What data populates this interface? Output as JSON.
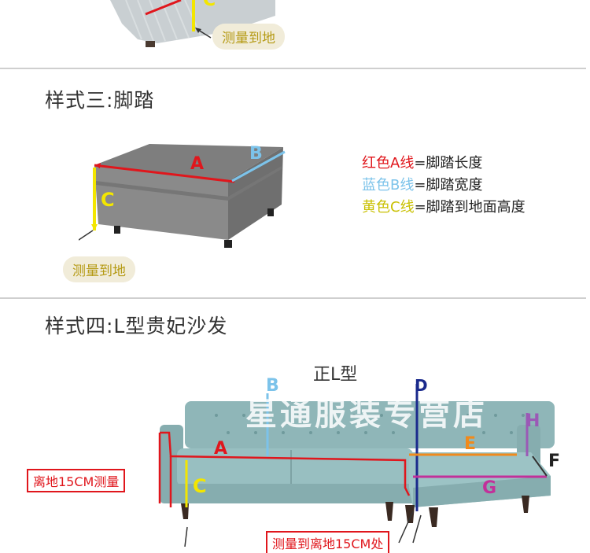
{
  "top_section": {
    "measure_note": "测量到地",
    "marker": "C"
  },
  "section3": {
    "title": "样式三:脚踏",
    "labels": {
      "a": "A",
      "b": "B",
      "c": "C"
    },
    "measure_note": "测量到地",
    "legend": [
      {
        "prefix": "红色A线",
        "suffix": "=脚踏长度"
      },
      {
        "prefix": "蓝色B线",
        "suffix": "=脚踏宽度"
      },
      {
        "prefix": "黄色C线",
        "suffix": "=脚踏到地面高度"
      }
    ]
  },
  "section4": {
    "title": "样式四:L型贵妃沙发",
    "layout_label": "正L型",
    "watermark": "星通服装专营店",
    "left_note": "离地15CM测量",
    "bottom_note": "测量到离地15CM处",
    "labels": {
      "a": "A",
      "b": "B",
      "c": "C",
      "d": "D",
      "e": "E",
      "f": "F",
      "g": "G",
      "h": "H"
    }
  },
  "colors": {
    "red": "#e0161c",
    "blue": "#7cc3ea",
    "yellow": "#f3e600",
    "navy": "#1a2a8c",
    "purple": "#9b59b6",
    "magenta": "#c2309a",
    "orange": "#f08a1c",
    "fabric": "#8fb6b8"
  }
}
